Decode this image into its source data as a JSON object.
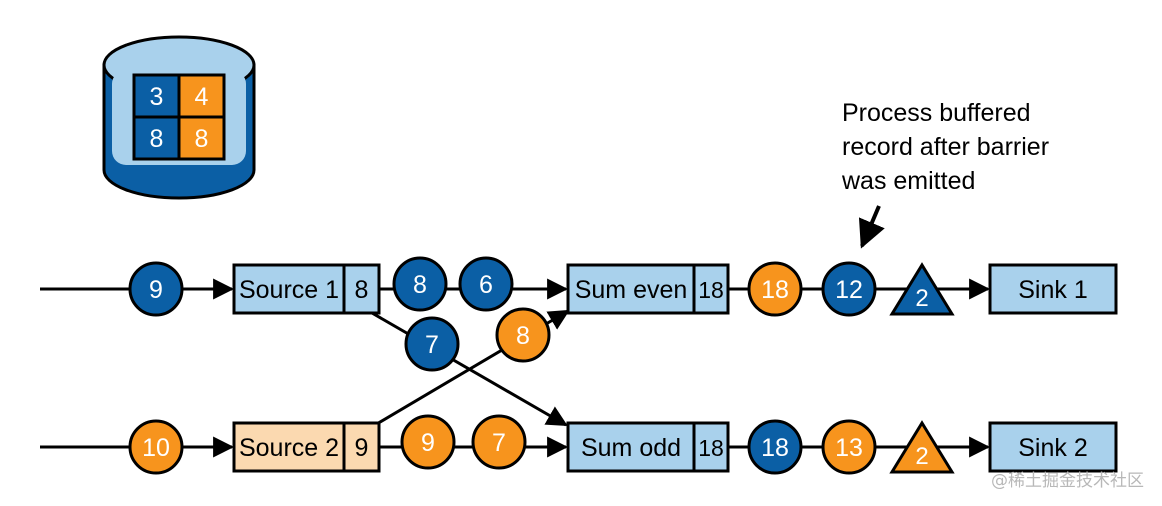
{
  "colors": {
    "blue": "#0b5fa5",
    "orange": "#f7941d",
    "light_blue": "#a9d1ec",
    "light_orange": "#fbd9b0",
    "line": "#000000"
  },
  "state_store": {
    "icon": "database-cylinder-icon",
    "cells": [
      "3",
      "4",
      "8",
      "8"
    ]
  },
  "operators": {
    "source1": {
      "label": "Source 1",
      "state": "8"
    },
    "source2": {
      "label": "Source 2",
      "state": "9"
    },
    "sum_even": {
      "label": "Sum even",
      "state": "18"
    },
    "sum_odd": {
      "label": "Sum odd",
      "state": "18"
    },
    "sink1": {
      "label": "Sink 1"
    },
    "sink2": {
      "label": "Sink 2"
    }
  },
  "records": {
    "in1": "9",
    "in2": "10",
    "s1_a": "8",
    "s1_b": "6",
    "cross_blue": "7",
    "cross_orange": "8",
    "s2_a": "9",
    "s2_b": "7",
    "even_out_a": "18",
    "even_out_b": "12",
    "odd_out_a": "18",
    "odd_out_b": "13"
  },
  "barriers": {
    "top": "2",
    "bottom": "2"
  },
  "annotation": {
    "lines": [
      "Process buffered",
      "record after barrier",
      "was emitted"
    ]
  },
  "watermark": "@稀土掘金技术社区"
}
